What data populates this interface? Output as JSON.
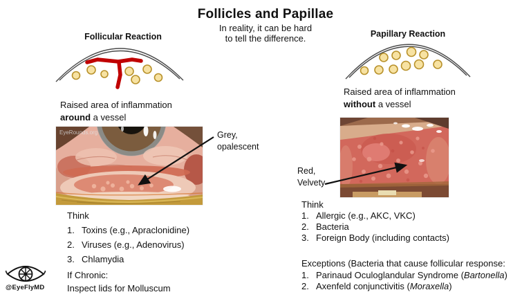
{
  "slide": {
    "title": "Follicles and Papillae",
    "subtitle": [
      "In reality, it can be hard",
      "to tell the difference."
    ]
  },
  "left": {
    "heading": "Follicular Reaction",
    "desc_line1": "Raised area of inflammation",
    "desc_bold": "around",
    "desc_rest": " a vessel",
    "photo_watermark": "EyeRounds.org",
    "callout_line1": "Grey,",
    "callout_line2": "opalescent",
    "think_label": "Think",
    "think_items": [
      {
        "num": "1.",
        "text": "Toxins (e.g., Apraclonidine)"
      },
      {
        "num": "2.",
        "text": "Viruses (e.g., Adenovirus)"
      },
      {
        "num": "3.",
        "text": "Chlamydia"
      }
    ],
    "chronic_line1": "If Chronic:",
    "chronic_line2": "Inspect lids for Molluscum"
  },
  "right": {
    "heading": "Papillary Reaction",
    "desc_line1": "Raised area of inflammation",
    "desc_bold": "without",
    "desc_rest": " a vessel",
    "callout_line1": "Red,",
    "callout_line2": "Velvety",
    "think_label": "Think",
    "think_items": [
      {
        "num": "1.",
        "text": "Allergic (e.g., AKC, VKC)"
      },
      {
        "num": "2.",
        "text": "Bacteria"
      },
      {
        "num": "3.",
        "text": "Foreign Body (including contacts)"
      }
    ],
    "exceptions_label": "Exceptions (Bacteria that cause follicular response:",
    "exceptions_items": [
      {
        "num": "1.",
        "pre": "Parinaud Oculoglandular Syndrome (",
        "italic": "Bartonella",
        "post": ")"
      },
      {
        "num": "2.",
        "pre": "Axenfeld conjunctivitis (",
        "italic": "Moraxella",
        "post": ")"
      }
    ]
  },
  "footer": {
    "handle": "@EyeFlyMD"
  },
  "colors": {
    "background": "#FFFFFF",
    "text": "#111111",
    "follicle_fill": "#F7E2A2",
    "follicle_stroke": "#B8912B",
    "vessel_red": "#C00000",
    "arc_stroke": "#4A4A4A",
    "arrow": "#111111"
  }
}
